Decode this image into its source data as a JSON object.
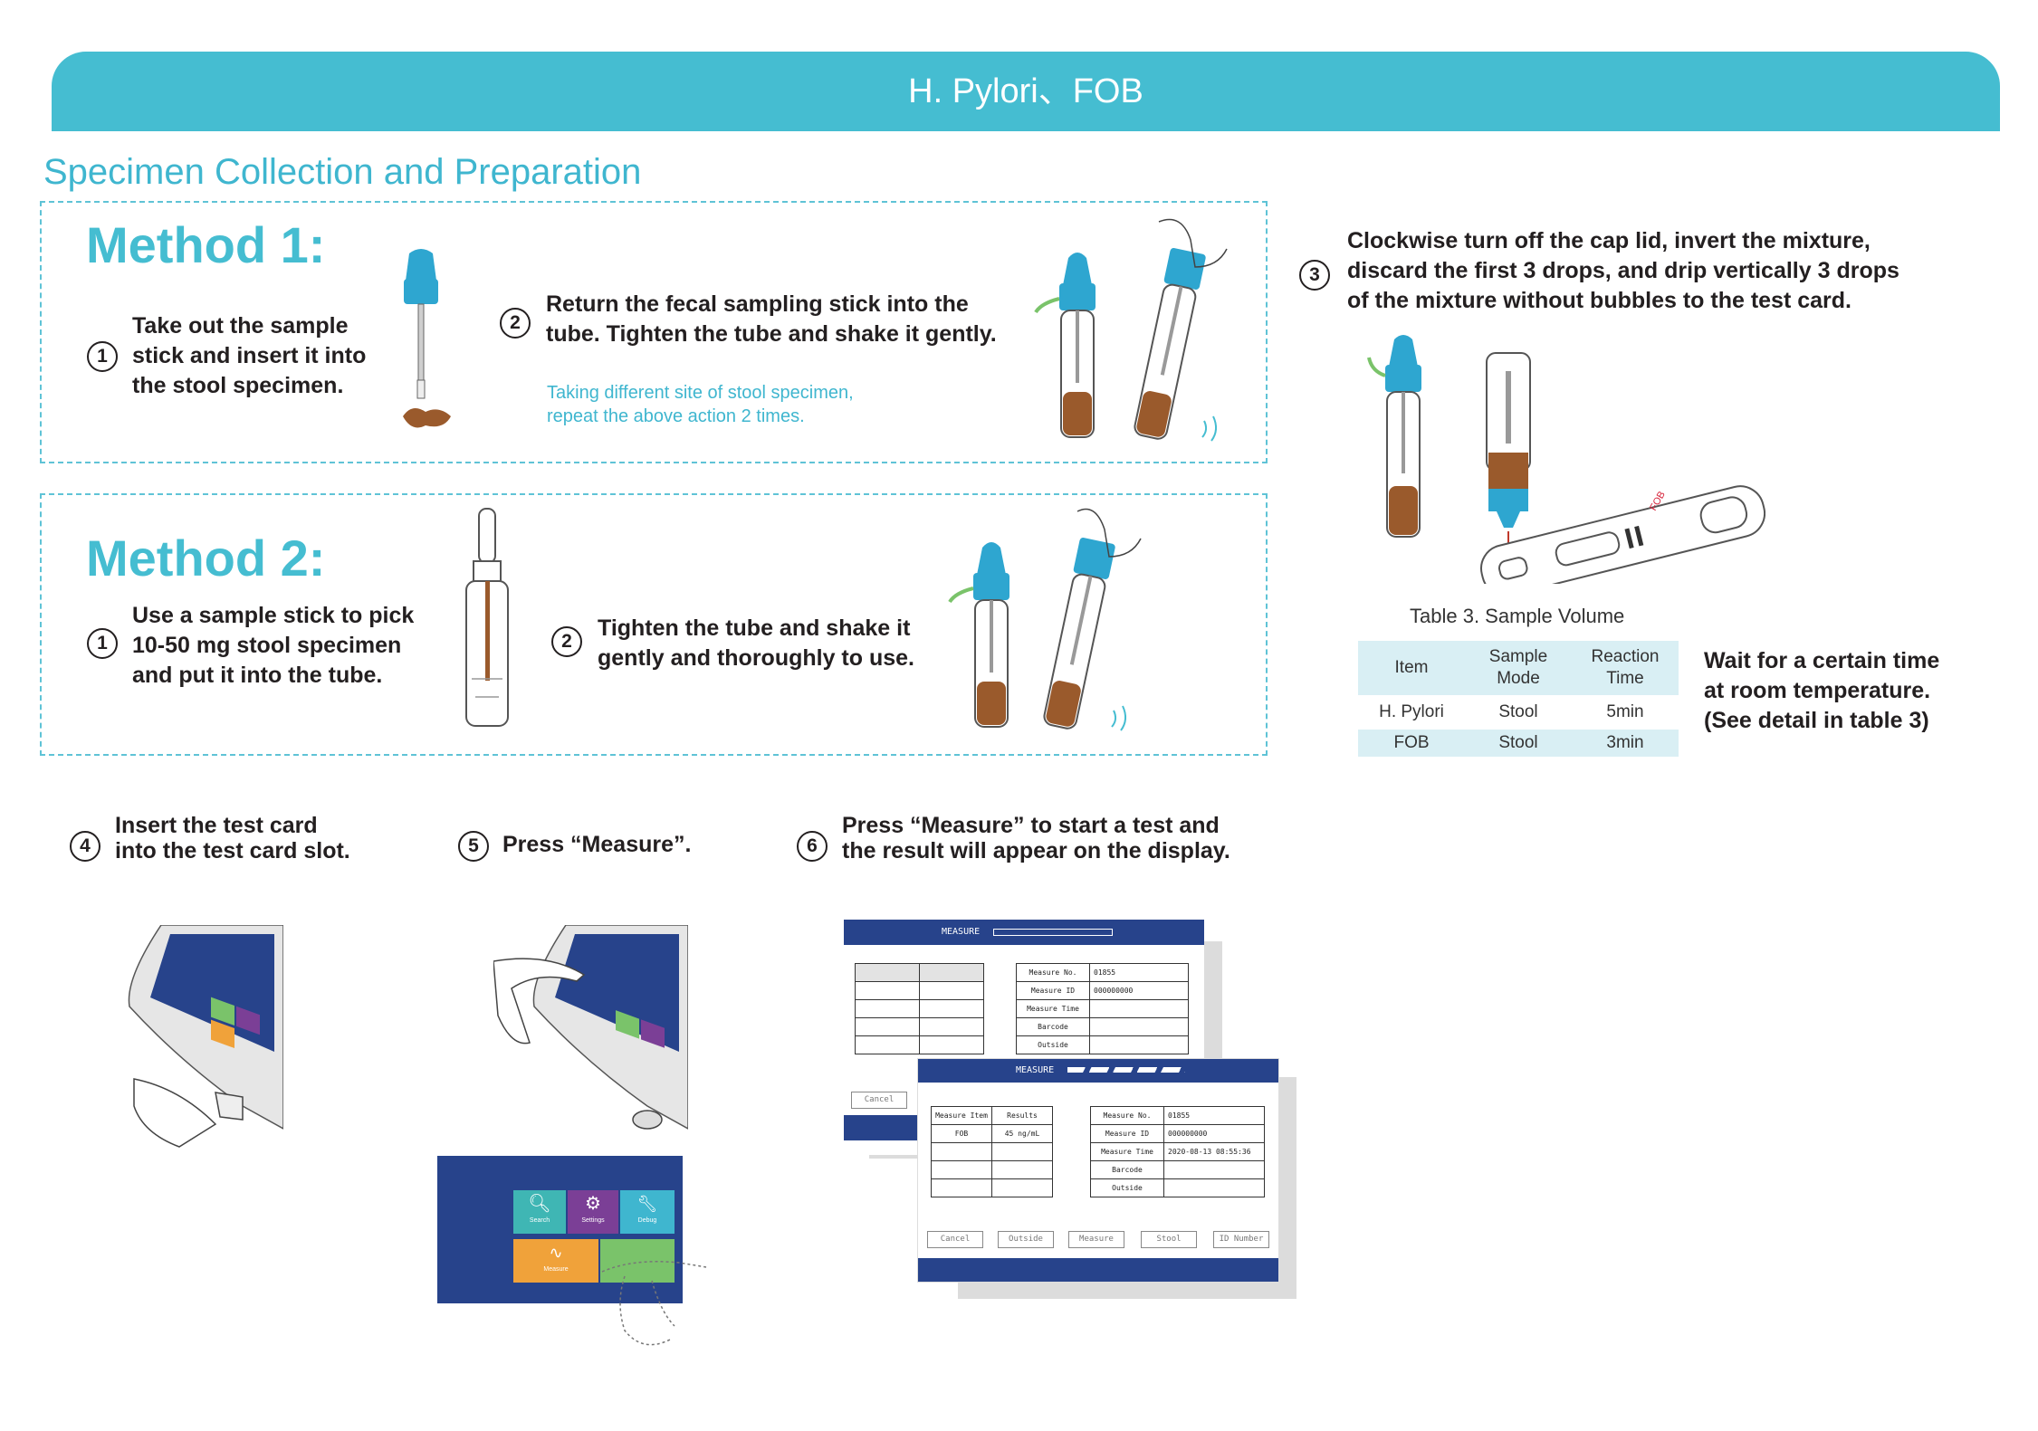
{
  "header": {
    "title": "H. Pylori、FOB"
  },
  "section_title": "Specimen Collection and Preparation",
  "method1": {
    "heading": "Method 1:",
    "step1": {
      "number": "1",
      "text": "Take out the sample\nstick and insert it into\nthe stool specimen."
    },
    "step2": {
      "number": "2",
      "text": "Return the fecal sampling stick into the\ntube. Tighten the tube and shake it gently.",
      "note": "Taking different site of stool specimen,\nrepeat the above action 2 times."
    }
  },
  "method2": {
    "heading": "Method 2:",
    "step1": {
      "number": "1",
      "text": "Use a sample stick to pick\n10-50 mg stool specimen\nand put it into the tube."
    },
    "step2": {
      "number": "2",
      "text": "Tighten the tube and shake it\ngently and thoroughly to use."
    }
  },
  "step3": {
    "number": "3",
    "text": "Clockwise turn off the cap lid, invert the mixture,\ndiscard the first 3 drops, and drip vertically 3 drops\nof the mixture without bubbles to the test card.",
    "card_label": "FOB"
  },
  "sample_table": {
    "caption": "Table 3. Sample Volume",
    "headers": [
      "Item",
      "Sample\nMode",
      "Reaction\nTime"
    ],
    "rows": [
      [
        "H. Pylori",
        "Stool",
        "5min"
      ],
      [
        "FOB",
        "Stool",
        "3min"
      ]
    ]
  },
  "wait_text": "Wait for a certain time\nat room temperature.\n(See detail in table 3)",
  "step4": {
    "number": "4",
    "text": "Insert the test card\ninto the test card slot."
  },
  "step5": {
    "number": "5",
    "text": "Press “Measure”."
  },
  "step6": {
    "number": "6",
    "text": "Press “Measure” to start a test and\nthe result will appear on the display."
  },
  "device_menu": {
    "tiles": [
      "Search",
      "Settings",
      "Debug",
      "Measure"
    ]
  },
  "measure_screen_back": {
    "title": "MEASURE",
    "fields": [
      "Measure No.",
      "Measure ID",
      "Measure Time",
      "Barcode",
      "Outside"
    ],
    "values": [
      "01855",
      "000000000",
      "",
      "",
      ""
    ],
    "cancel": "Cancel"
  },
  "measure_screen_front": {
    "title": "MEASURE",
    "result_headers": [
      "Measure Item",
      "Results"
    ],
    "result_rows": [
      [
        "FOB",
        "45 ng/mL"
      ],
      [
        "",
        ""
      ],
      [
        "",
        ""
      ],
      [
        "",
        ""
      ],
      [
        "",
        ""
      ]
    ],
    "fields": [
      "Measure No.",
      "Measure ID",
      "Measure Time",
      "Barcode",
      "Outside"
    ],
    "values": [
      "01855",
      "000000000",
      "2020-08-13 08:55:36",
      "",
      ""
    ],
    "buttons": [
      "Cancel",
      "Outside",
      "Measure",
      "Stool",
      "ID Number"
    ]
  },
  "colors": {
    "accent": "#45bdd1",
    "cap": "#2ea6d0",
    "stool": "#9a5a2c",
    "screen_blue": "#27438b"
  }
}
